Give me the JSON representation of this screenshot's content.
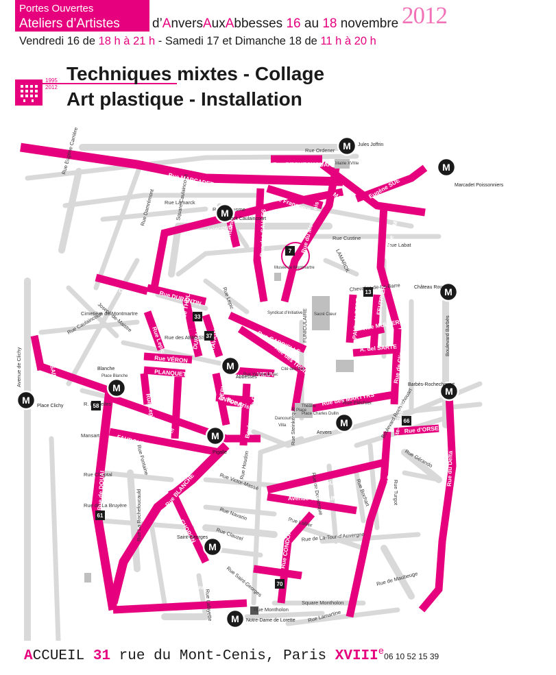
{
  "header": {
    "line1": "Portes Ouvertes",
    "ateliers": "Ateliers d’Artistes",
    "d": "d’",
    "a1": "A",
    "nvers": "nvers",
    "a2": "A",
    "ux": "ux",
    "a3": "A",
    "bbesses": "bbesses",
    "date_from": "16",
    "au": "au",
    "date_to": "18",
    "month": "novembre",
    "year": "2012",
    "hours_1": "Vendredi 16 de",
    "hours_2": "18 h à 21 h",
    "hours_3": "- Samedi 17 et Dimanche 18 de",
    "hours_4": "11 h à 20 h"
  },
  "logo": {
    "year_from": "1995",
    "year_to": "2012"
  },
  "techniques": {
    "line1": "Techniques mixtes - Collage",
    "line2": "Art plastique - Installation"
  },
  "footer": {
    "accueil_a": "A",
    "accueil_rest": "CCUEIL",
    "number": "31",
    "address": "rue du Mont-Cenis, Paris",
    "arrondissement": "XVIII",
    "sup": "e",
    "phone": "06 10 52 15 39"
  },
  "colors": {
    "accent": "#e6007e",
    "street": "#d9d9d9",
    "metro": "#1a1a1a"
  },
  "map": {
    "metro_stations": [
      {
        "name": "Jules Joffrin",
        "letter": "M"
      },
      {
        "name": "Marcadet Poissonniers",
        "letter": "M"
      },
      {
        "name": "Lamarck Caulaincourt",
        "letter": "M"
      },
      {
        "name": "Château Rouge",
        "letter": "M"
      },
      {
        "name": "Blanche",
        "letter": "M"
      },
      {
        "name": "Place Clichy",
        "letter": "M"
      },
      {
        "name": "Barbès-Rochechouart",
        "letter": "M"
      },
      {
        "name": "Anvers",
        "letter": "M"
      },
      {
        "name": "Pigalle",
        "letter": "M"
      },
      {
        "name": "Abbesses",
        "letter": "M"
      },
      {
        "name": "Saint-Georges",
        "letter": "M"
      },
      {
        "name": "Notre-Dame de Lorette",
        "letter": "M"
      }
    ],
    "pink_streets": [
      "Rue DUC",
      "Rue MARCADET",
      "MARCADET",
      "Eugène SUE",
      "Rue RAMEY",
      "Rue Francoeur",
      "Rue Caulaincourt",
      "Fontaine du But",
      "Rue des SAULES",
      "Rue du Mont-Cenis",
      "Rue TOURLAQUE",
      "Rue DURANTIN",
      "Rue THOLOZÉ",
      "Rue Lepic",
      "DURANTIN",
      "RAVIGNAN",
      "Rue GABRIELLE",
      "Rue des TROIS-FRÈRES",
      "VIEUVILLE",
      "FEUTRIER",
      "PAUL-ALBERT",
      "Rue MULLER",
      "A. del SARTE",
      "Rue de Clignancourt",
      "Rue VÉRON",
      "PLANQUETTE",
      "Rue Lepic",
      "COUSTOU",
      "GERMAIN-PILON",
      "ANTOINE",
      "Rue Aristide",
      "BRIDAINE",
      "Boulevard de Clichy",
      "Rue des MARTYRS",
      "Rue d’ORSEL",
      "Rue du Delta",
      "FAUBOURG POISSONNIÈRE",
      "Rue de DOUAI",
      "Rue BLANCHE",
      "Rue Jean-Baptiste-PIGALLE",
      "Rue ROCHECHOUART",
      "Avenue TRUDAINE",
      "Rue CONDORCET",
      "Rue MILTON",
      "CHORON",
      "Rue Henry-Monnier",
      "Rue SAINT-LAZARE",
      "Passage LATHUILLE",
      "Rue ROCHECHOUART"
    ],
    "grey_streets": [
      "Rue Ordener",
      "Rue Eugène Carrière",
      "Rue Damrémont",
      "Rue Lamarck",
      "Rue Duhesme",
      "Square Caulaincourt",
      "Rue Custine",
      "Rue Labat",
      "LAMARCK",
      "Chevalier-de-La-Barre",
      "Rue Lepic",
      "Cimetière de Montmartre",
      "Joseph-de-Maistre",
      "Rue Caulaincourt",
      "Rue des ABBESSES",
      "FUNICULAIRE",
      "Boulevard Barbès",
      "Avenue de Clichy",
      "R. Bruxelles",
      "Mansart",
      "Rue Fontaine",
      "Rue Chaptal",
      "Rue de La Bruyère",
      "Rue La Rochefoucauld",
      "Rue Victor-Massé",
      "Rue Navarin",
      "Rue Clauzel",
      "Rue Houdon",
      "Rue Steinkerque",
      "Boulevard Rochechouart",
      "Rue Gérando",
      "Rue de Dunkerque",
      "Rue Bochart",
      "Rue Turgot",
      "Rue Lallier",
      "Rue de La-Tour-d’Auvergne",
      "Rue de Maubeuge",
      "Square Montholon",
      "Rue Montholon",
      "Rue Lamartine",
      "Rue Lafayette",
      "Rue Saint-Georges",
      "Rue Fléchier"
    ],
    "labels": [
      "Mairie XVIIIe",
      "Musée de Montmartre",
      "Sacré Cœur",
      "Syndicat d’Initiative",
      "Cité des Arts",
      "Place Charles Dullin",
      "Théâtre",
      "Place",
      "Dancourt",
      "Villa",
      "Rue Yvonne-le-Tac",
      "Place Blanche"
    ],
    "atelier_numbers": [
      "7",
      "13",
      "33",
      "37",
      "58",
      "66",
      "61",
      "70"
    ]
  }
}
